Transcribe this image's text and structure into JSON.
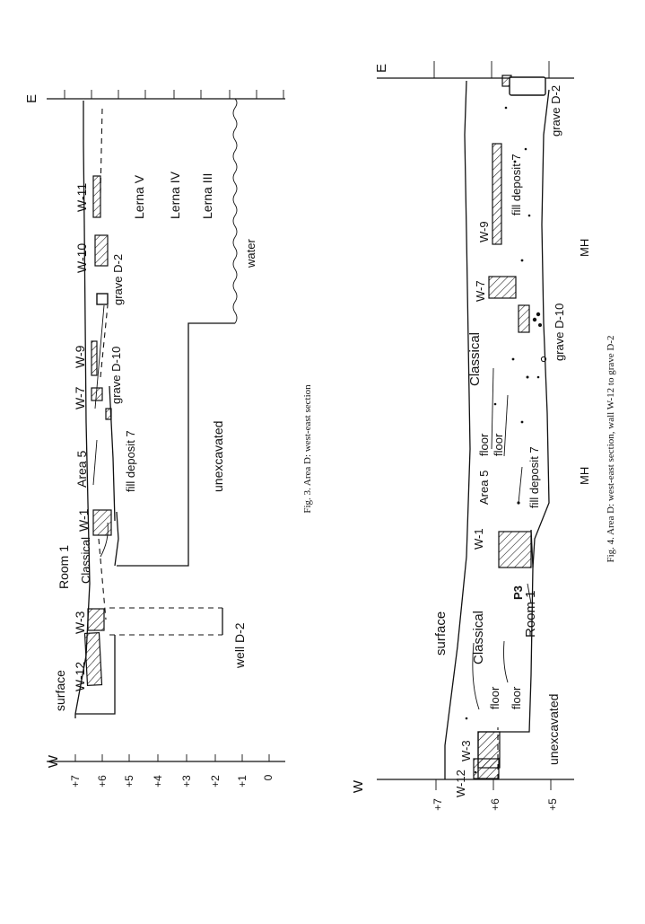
{
  "figure3": {
    "caption": "Fig. 3. Area D: west-east section",
    "dir_w": "W",
    "dir_e": "E",
    "yticks": [
      "+7",
      "+6",
      "+5",
      "+4",
      "+3",
      "+2",
      "+1",
      "0"
    ],
    "labels": {
      "surface": "surface",
      "w12": "W-12",
      "w3": "W-3",
      "room1": "Room 1",
      "classical": "Classical",
      "w1": "W-1",
      "area5": "Area 5",
      "fill7": "fill deposit 7",
      "w7": "W-7",
      "w9": "W-9",
      "graved10": "grave D-10",
      "w10": "W-10",
      "graved2": "grave D-2",
      "w11": "W-11",
      "lernav": "Lerna V",
      "lernaiv": "Lerna IV",
      "lernaiii": "Lerna III",
      "water": "water",
      "unexcavated": "unexcavated",
      "welld2": "well D-2"
    }
  },
  "figure4": {
    "caption": "Fig. 4. Area D: west-east section, wall W-12 to grave D-2",
    "dir_w": "W",
    "dir_e": "E",
    "yticks": [
      "+7",
      "+6",
      "+5"
    ],
    "labels": {
      "surface": "surface",
      "w12": "W-12",
      "w3": "W-3",
      "unexcavated": "unexcavated",
      "floor_a": "floor",
      "floor_b": "floor",
      "classical_a": "Classical",
      "room1": "Room 1",
      "p3": "P3",
      "w1": "W-1",
      "area5": "Area 5",
      "floor_c": "floor",
      "floor_d": "floor",
      "fill7a": "fill deposit 7",
      "mh_a": "MH",
      "classical_b": "Classical",
      "w7": "W-7",
      "graved10": "grave D-10",
      "w9": "W-9",
      "fill7b": "fill deposit 7",
      "mh_b": "MH",
      "graved2": "grave D-2"
    }
  }
}
